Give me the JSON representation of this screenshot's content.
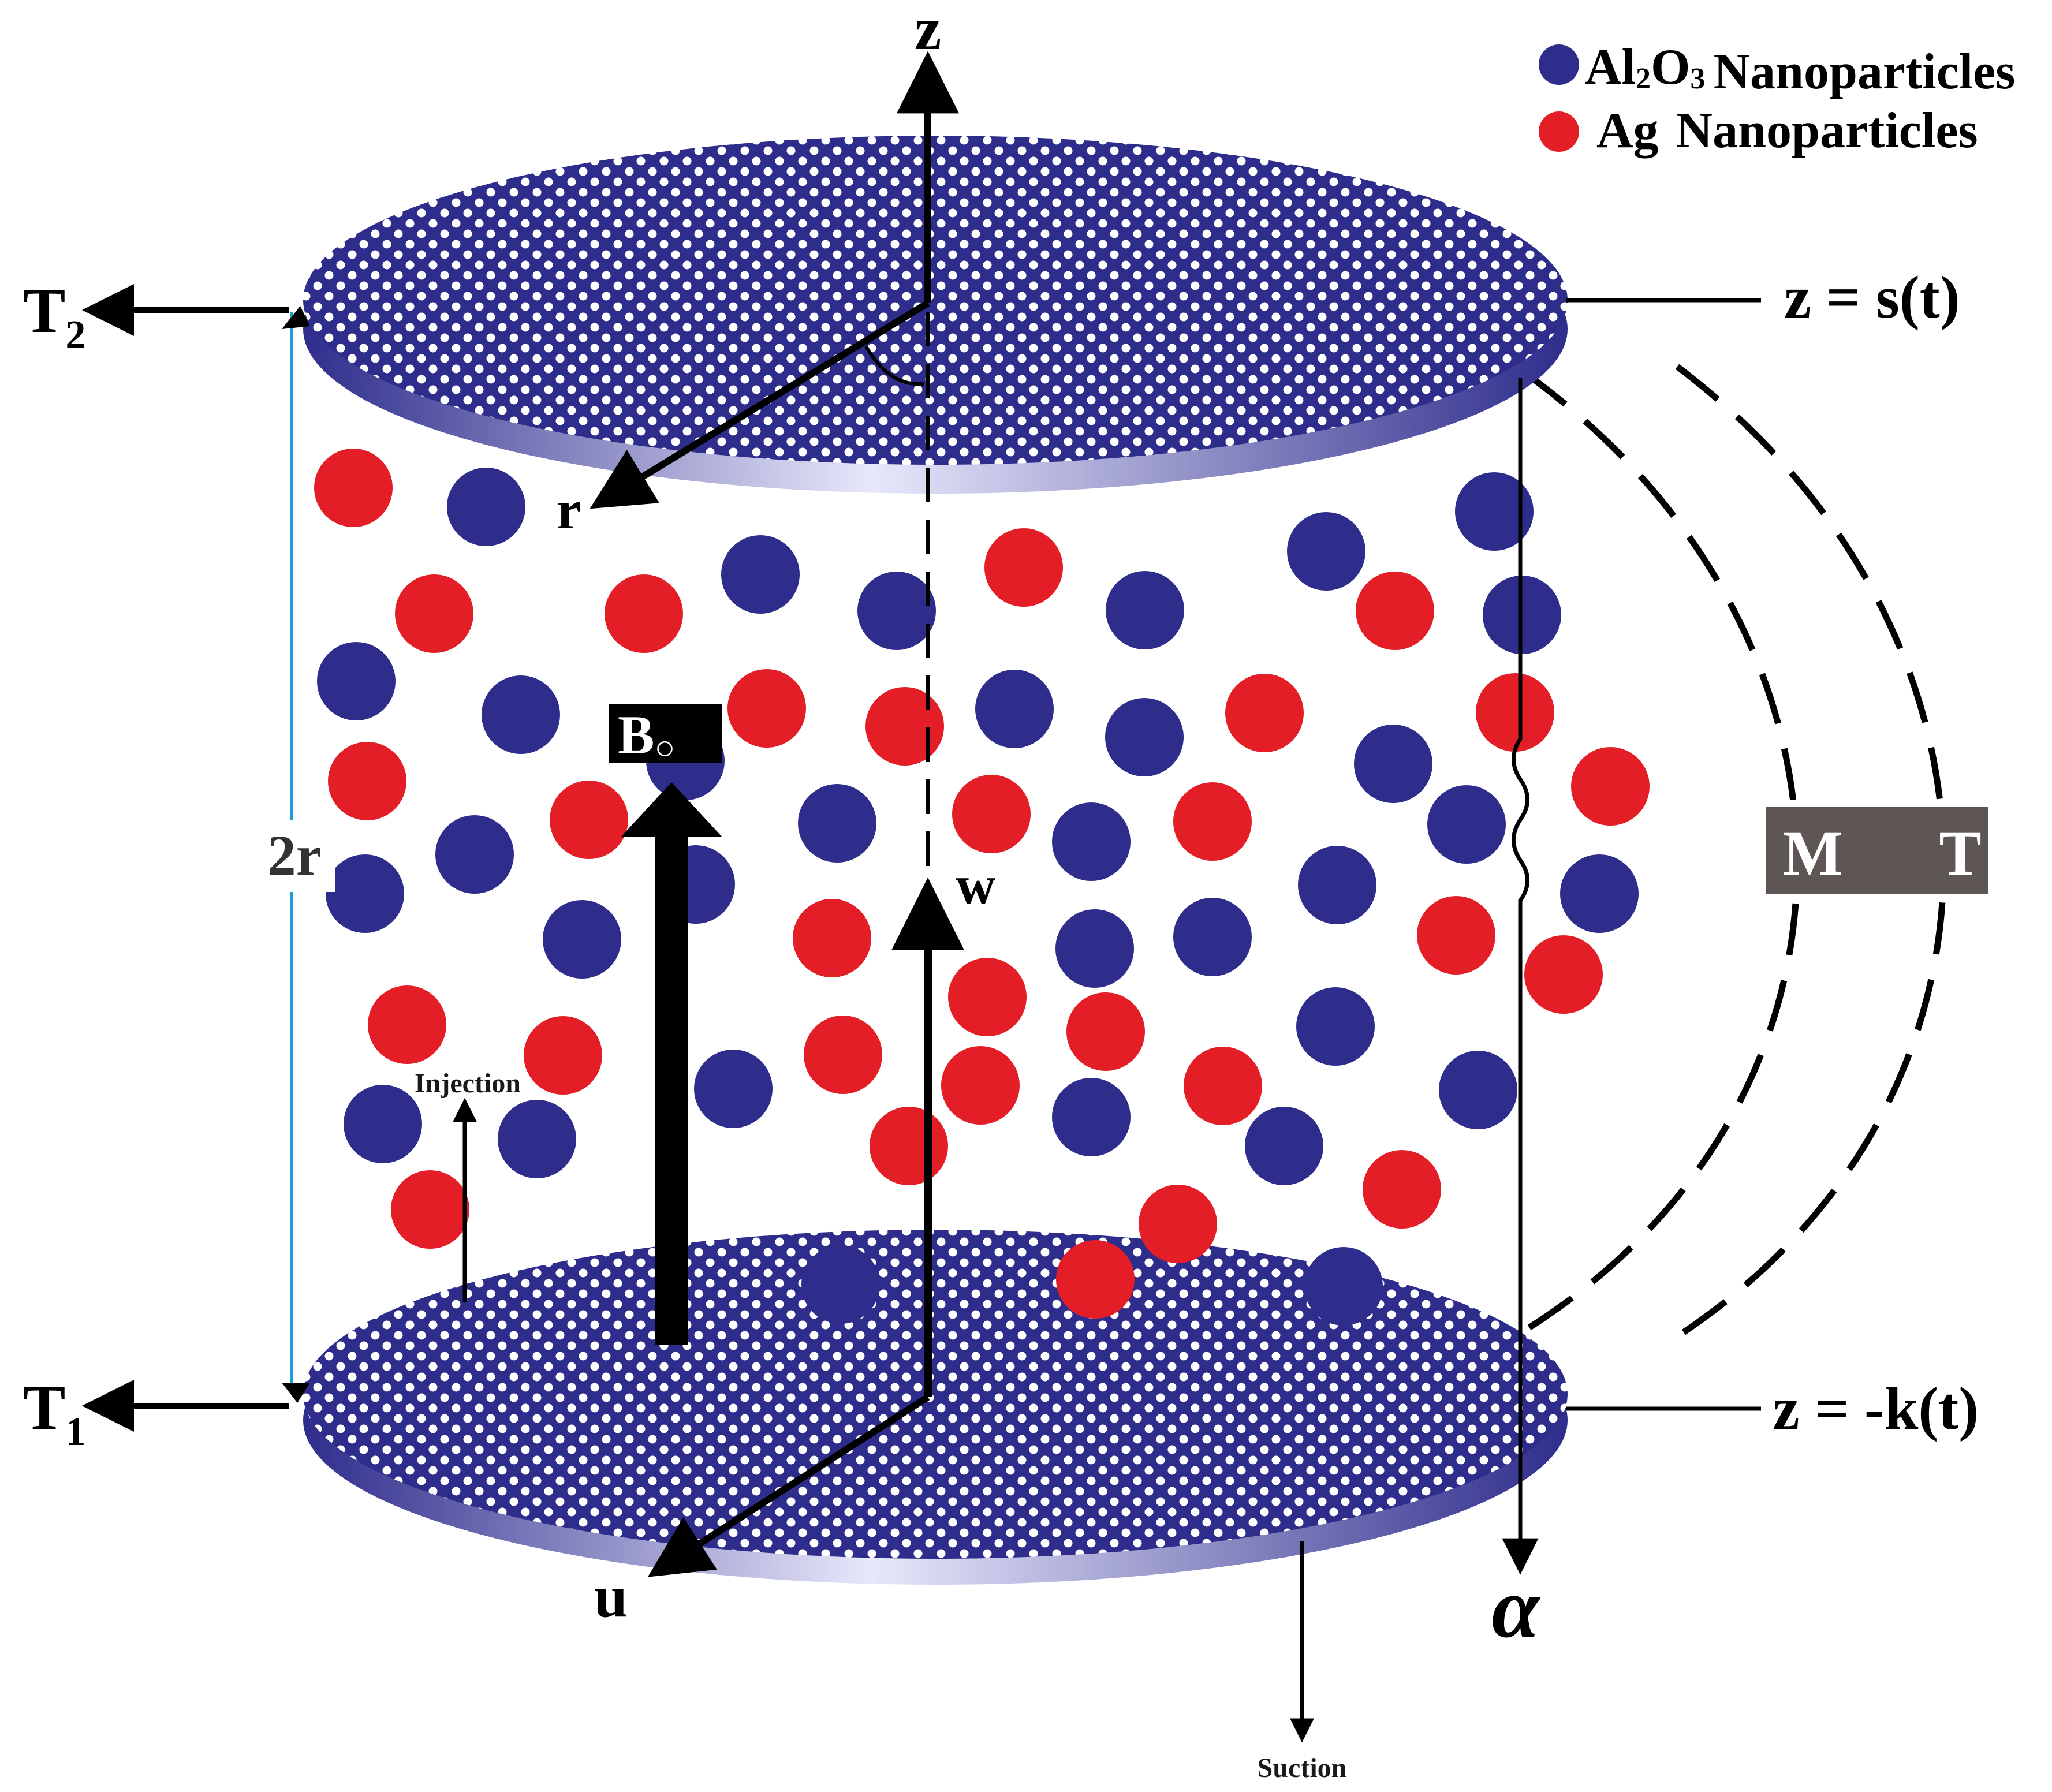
{
  "legend": {
    "items": [
      {
        "formula_parts": [
          [
            "Al",
            ""
          ],
          [
            "2",
            "sub"
          ],
          [
            "O",
            ""
          ],
          [
            "3",
            "sub"
          ]
        ],
        "label": "Nanoparticles",
        "color": "#2e2d8c"
      },
      {
        "formula_parts": [
          [
            "Ag",
            ""
          ]
        ],
        "label": "Nanoparticles",
        "color": "#e41e26"
      }
    ]
  },
  "axes": {
    "z": "z",
    "r": "r",
    "u": "u",
    "w": "w"
  },
  "labels": {
    "t2_main": "T",
    "t2_sub": "2",
    "t1_main": "T",
    "t1_sub": "1",
    "two_r": "2r",
    "upper_plate": "z = s(t)",
    "lower_plate": "z = -k(t)",
    "alpha": "α",
    "field_main": "B",
    "field_sub": "○",
    "injection": "Injection",
    "suction": "Suction",
    "mt_m": "M",
    "mt_t": "T"
  },
  "colors": {
    "plate": "#2e2d8c",
    "plate_edge_light": "#c9c8ee",
    "al2o3": "#2e2d8c",
    "ag": "#e41e26",
    "side_line": "#1aa0d6",
    "mt_box": "#5e5654"
  }
}
